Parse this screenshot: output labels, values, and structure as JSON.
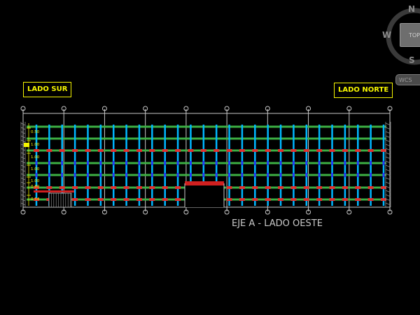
{
  "drawing": {
    "label_south": "LADO SUR",
    "label_north": "LADO NORTE",
    "view_title": "EJE A - LADO OESTE"
  },
  "viewcube": {
    "north": "N",
    "west": "W",
    "south": "S",
    "face": "TOP",
    "wcs": "WCS"
  },
  "colors": {
    "background": "#000000",
    "label": "#f5f500",
    "grid_line": "#c8c8c8",
    "horizontal_beam": "#3cb043",
    "column": "#00b7ff",
    "connector": "#e03030",
    "brace": "#1e3cff"
  },
  "structure": {
    "axis_count": 10,
    "column_count": 28,
    "beam_levels": 7,
    "dimension_labels": [
      "0.50",
      "1.00",
      "1.00",
      "1.00",
      "1.00",
      "0.80",
      "0.54"
    ]
  }
}
